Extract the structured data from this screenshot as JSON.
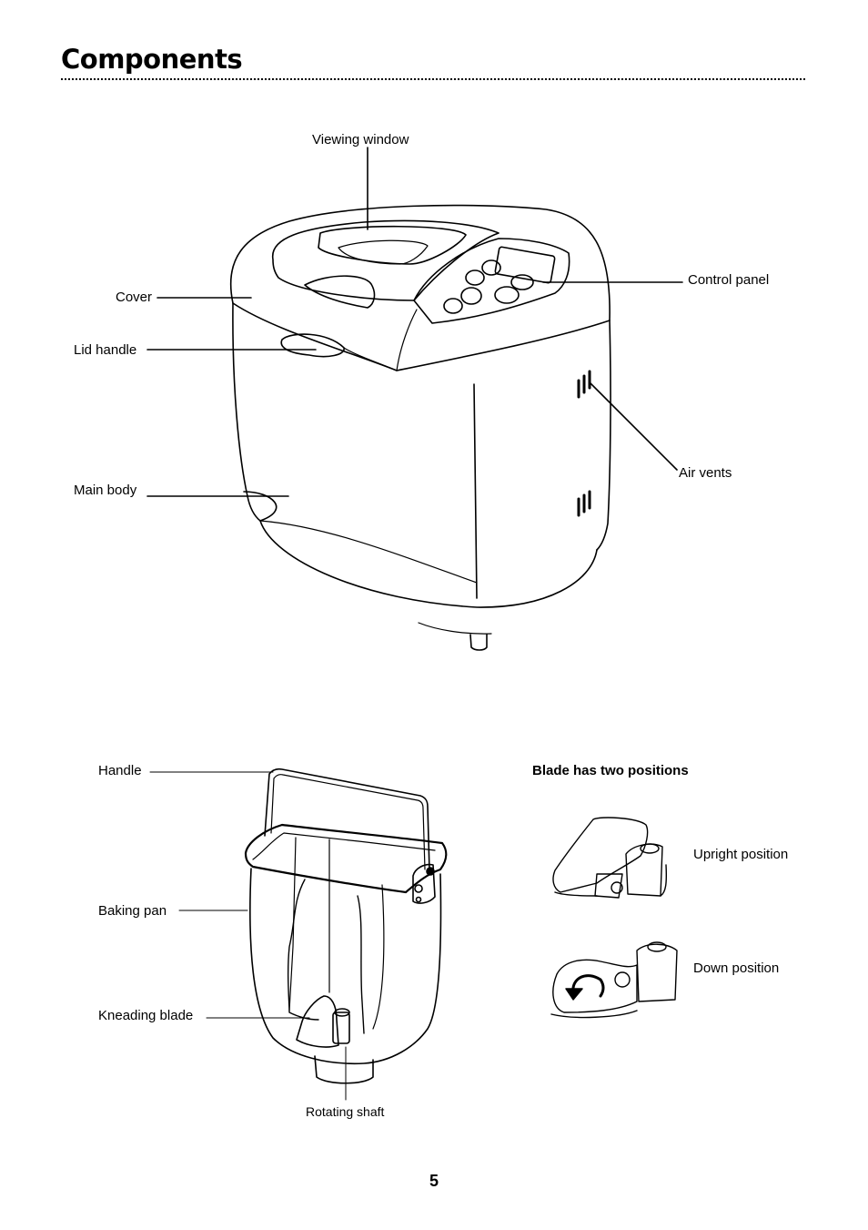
{
  "page": {
    "title": "Components",
    "page_number": "5"
  },
  "machine_labels": {
    "viewing_window": "Viewing window",
    "cover": "Cover",
    "control_panel": "Control panel",
    "lid_handle": "Lid handle",
    "air_vents": "Air vents",
    "main_body": "Main body"
  },
  "pan_labels": {
    "handle": "Handle",
    "baking_pan": "Baking pan",
    "kneading_blade": "Kneading blade",
    "rotating_shaft": "Rotating shaft"
  },
  "blade": {
    "heading": "Blade has two positions",
    "upright": "Upright position",
    "down": "Down position"
  }
}
